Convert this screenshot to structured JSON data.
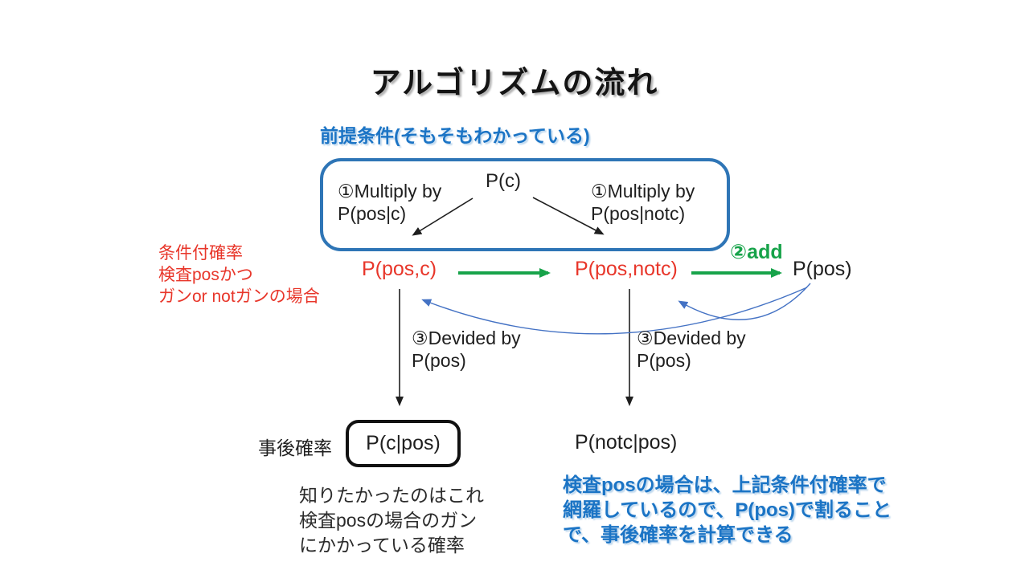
{
  "slide": {
    "title": "アルゴリズムの流れ",
    "precondition_heading": "前提条件(そもそもわかっている)",
    "precondition_box": {
      "multiply_left_line1": "①Multiply by",
      "multiply_left_line2": "P(pos|c)",
      "prior": "P(c)",
      "multiply_right_line1": "①Multiply by",
      "multiply_right_line2": "P(pos|notc)"
    },
    "conditional_note": {
      "line1": "条件付確率",
      "line2": "検査posかつ",
      "line3": "ガンor notガンの場合"
    },
    "middle_row": {
      "p_pos_c": "P(pos,c)",
      "p_pos_notc": "P(pos,notc)",
      "add_step": "②add",
      "p_pos": "P(pos)"
    },
    "divide_left": {
      "line1": "③Devided by",
      "line2": "P(pos)"
    },
    "divide_right": {
      "line1": "③Devided by",
      "line2": "P(pos)"
    },
    "posterior_label": "事後確率",
    "p_c_pos": "P(c|pos)",
    "p_notc_pos": "P(notc|pos)",
    "bottom_left_note": {
      "line1": "知りたかったのはこれ",
      "line2": "検査posの場合のガン",
      "line3": "にかかっている確率"
    },
    "bottom_right_note": {
      "line1": "検査posの場合は、上記条件付確率で",
      "line2": "網羅しているので、P(pos)で割ること",
      "line3": "で、事後確率を計算できる"
    },
    "colors": {
      "accent_blue": "#2E75B6",
      "text_blue": "#1B74C5",
      "red": "#E8362A",
      "green": "#17A34A",
      "arc_blue": "#4472C4",
      "black": "#1f1f1f"
    }
  }
}
